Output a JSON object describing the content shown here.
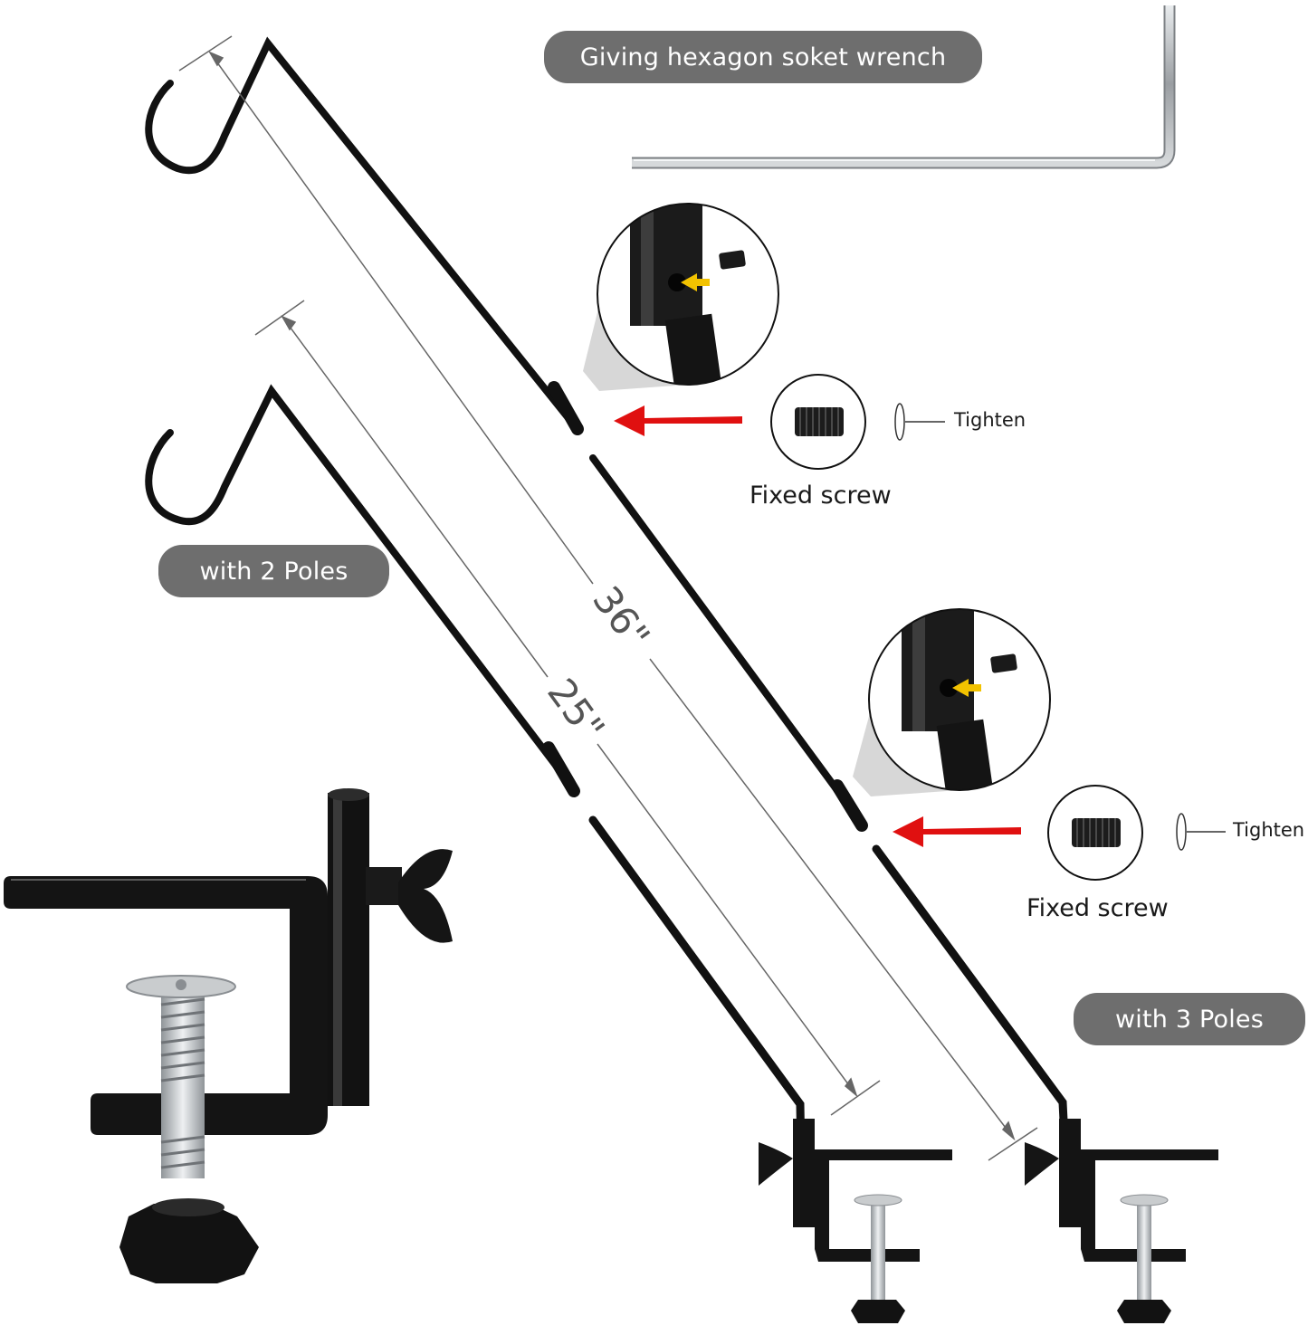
{
  "labels": {
    "wrench": "Giving hexagon soket wrench",
    "two_poles": "with 2 Poles",
    "three_poles": "with 3 Poles",
    "fixed_screw_1": "Fixed screw",
    "fixed_screw_2": "Fixed screw",
    "tighten_1": "Tighten",
    "tighten_2": "Tighten",
    "dim_long": "36\"",
    "dim_short": "25\""
  },
  "colors": {
    "pill_bg": "#6e6e6e",
    "pole": "#111111",
    "arrow_red": "#e01010",
    "arrow_yellow": "#f2c200",
    "steel": "#b9bcbf"
  }
}
